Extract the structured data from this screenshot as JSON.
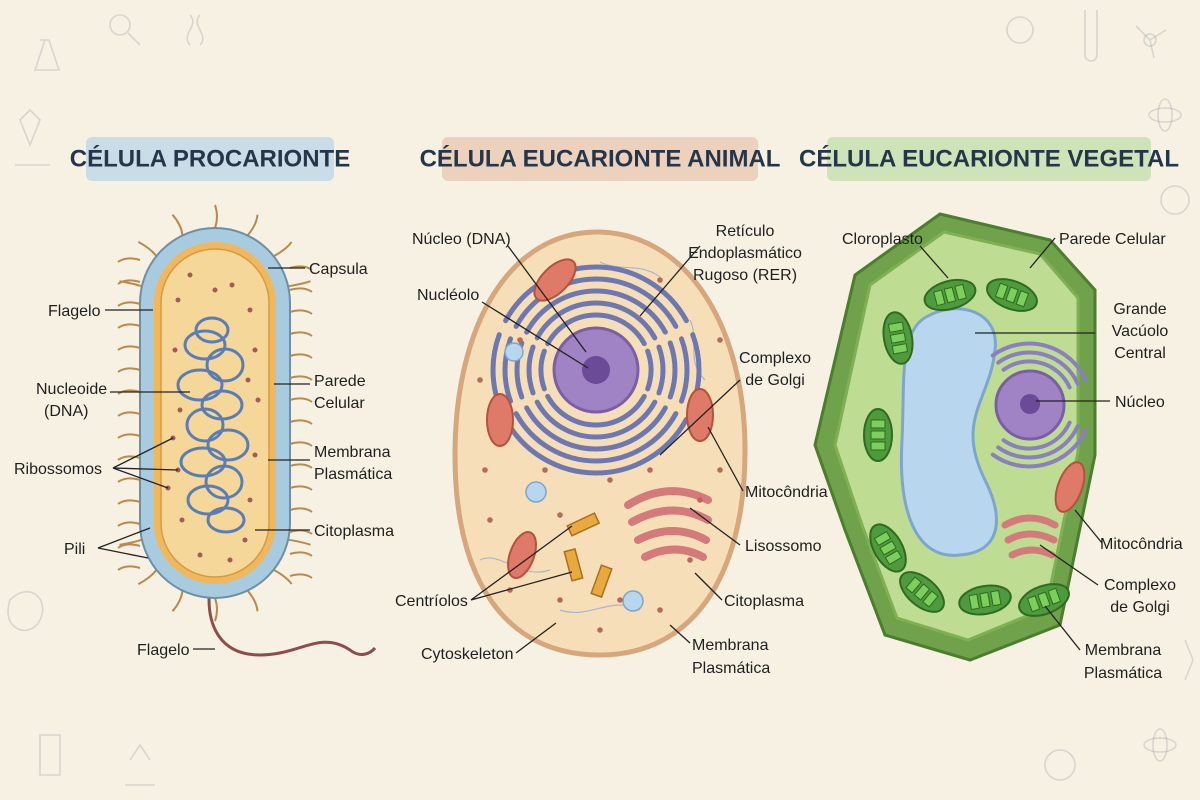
{
  "titles": {
    "procariote": "CÉLULA PROCARIONTE",
    "animal": "CÉLULA EUCARIONTE ANIMAL",
    "vegetal": "CÉLULA EUCARIONTE VEGETAL"
  },
  "procariote_labels": {
    "capsula": "Capsula",
    "flagelo_top": "Flagelo",
    "parede_1": "Parede",
    "parede_2": "Celular",
    "nucleoide_1": "Nucleoide",
    "nucleoide_2": "(DNA)",
    "ribossomos": "Ribossomos",
    "membrana_1": "Membrana",
    "membrana_2": "Plasmática",
    "pili": "Pili",
    "citoplasma": "Citoplasma",
    "flagelo_bottom": "Flagelo"
  },
  "animal_labels": {
    "nucleo": "Núcleo (DNA)",
    "nucleolo": "Nucléolo",
    "rer_1": "Retículo",
    "rer_2": "Endoplasmático",
    "rer_3": "Rugoso (RER)",
    "golgi_1": "Complexo",
    "golgi_2": "de Golgi",
    "mitocondria": "Mitocôndria",
    "lisossomo": "Lisossomo",
    "citoplasma": "Citoplasma",
    "centriolos": "Centríolos",
    "cytoskeleton": "Cytoskeleton",
    "membrana_1": "Membrana",
    "membrana_2": "Plasmática"
  },
  "vegetal_labels": {
    "cloroplasto": "Cloroplasto",
    "parede": "Parede Celular",
    "vacuolo_1": "Grande",
    "vacuolo_2": "Vacúolo",
    "vacuolo_3": "Central",
    "nucleo": "Núcleo",
    "mitocondria": "Mitocôndria",
    "golgi_1": "Complexo",
    "golgi_2": "de Golgi",
    "membrana_1": "Membrana",
    "membrana_2": "Plasmática"
  },
  "colors": {
    "background": "#f7f1e3",
    "title_procariote_bg": "#c9dde8",
    "title_animal_bg": "#ecd2bd",
    "title_vegetal_bg": "#cfe3b8",
    "capsule": "#a9cbe0",
    "cytoplasm_prok": "#f5d79a",
    "dna": "#5a7db5",
    "animal_cytoplasm": "#f6dfb8",
    "nucleus": "#9f83c4",
    "er": "#6e78b0",
    "mitochondria": "#e07a68",
    "golgi": "#e39a9a",
    "plant_wall": "#6fa24a",
    "plant_cytoplasm": "#bfdc93",
    "vacuole": "#b9d6ef",
    "chloroplast": "#4e9a3c"
  }
}
